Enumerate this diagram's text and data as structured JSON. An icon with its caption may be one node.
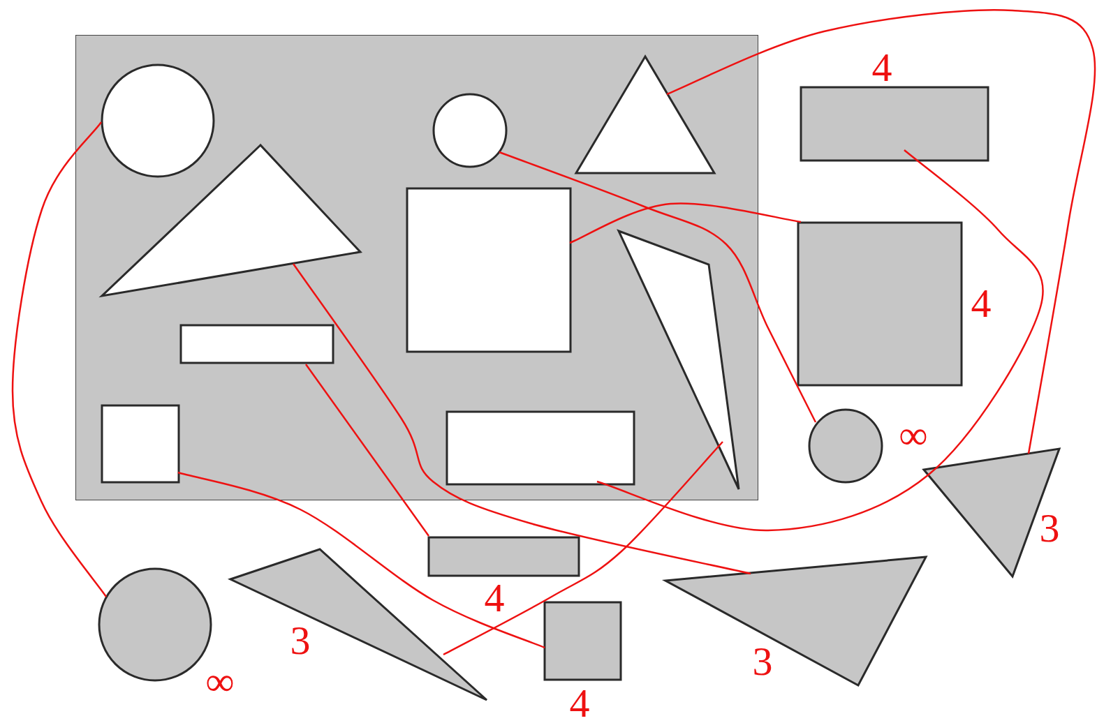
{
  "diagram": {
    "nodes": [
      {
        "text": [],
        "shape": "box"
      },
      {
        "text": [],
        "shape": "circle",
        "in": 0
      },
      {
        "text": [],
        "shape": "circle",
        "in": 0
      },
      {
        "text": [],
        "shape": "triangle",
        "in": 0
      },
      {
        "text": [],
        "shape": "triangle",
        "in": 0
      },
      {
        "text": [],
        "shape": "box",
        "in": 0
      },
      {
        "text": [],
        "shape": "triangle",
        "in": 0
      },
      {
        "text": [],
        "shape": "box",
        "in": 0
      },
      {
        "text": [],
        "shape": "box",
        "in": 0
      },
      {
        "text": [],
        "shape": "box",
        "in": 0
      },
      {
        "text": [],
        "shape": "box",
        "beside": [
          "4"
        ]
      },
      {
        "text": [],
        "shape": "box",
        "beside": [
          "4"
        ]
      },
      {
        "text": [],
        "shape": "circle",
        "beside": [
          "∞"
        ]
      },
      {
        "text": [],
        "shape": "triangle",
        "beside": [
          "3"
        ]
      },
      {
        "text": [],
        "shape": "box",
        "beside": [
          "4"
        ]
      },
      {
        "text": [],
        "shape": "circle",
        "beside": [
          "∞"
        ]
      },
      {
        "text": [],
        "shape": "triangle",
        "beside": [
          "3"
        ]
      },
      {
        "text": [],
        "shape": "box",
        "beside": [
          "4"
        ]
      },
      {
        "text": [],
        "shape": "triangle",
        "beside": [
          "3"
        ]
      }
    ],
    "edges": [
      {
        "from": 1,
        "to": 15,
        "arrow": "none"
      },
      {
        "from": 2,
        "to": 12,
        "arrow": "none"
      },
      {
        "from": 3,
        "to": 13,
        "arrow": "none"
      },
      {
        "from": 4,
        "to": 18,
        "arrow": "none"
      },
      {
        "from": 5,
        "to": 11,
        "arrow": "none"
      },
      {
        "from": 6,
        "to": 16,
        "arrow": "none"
      },
      {
        "from": 7,
        "to": 14,
        "arrow": "none"
      },
      {
        "from": 8,
        "to": 17,
        "arrow": "none"
      },
      {
        "from": 9,
        "to": 10,
        "arrow": "none"
      }
    ]
  }
}
